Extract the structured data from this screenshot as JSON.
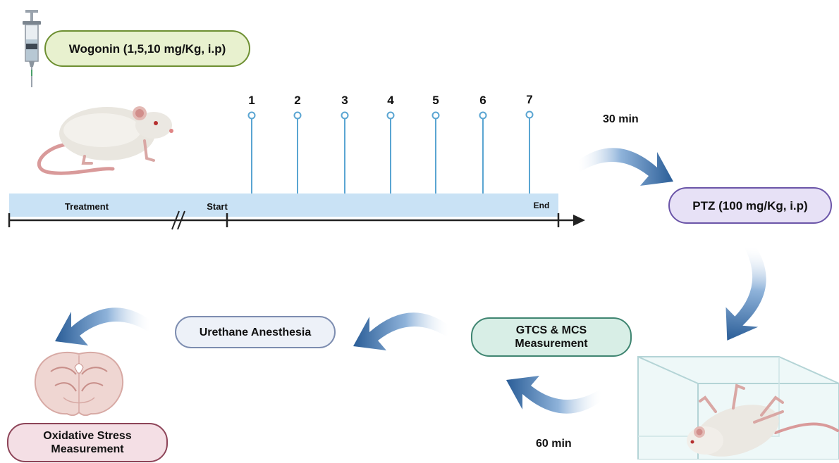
{
  "treatment_box": {
    "label": "Wogonin (1,5,10 mg/Kg, i.p)"
  },
  "timeline": {
    "segment_treatment": "Treatment",
    "segment_start": "Start",
    "segment_end": "End",
    "markers": [
      "1",
      "2",
      "3",
      "4",
      "5",
      "6",
      "7"
    ]
  },
  "interval_1": "30 min",
  "interval_2": "60 min",
  "induction_box": {
    "label": "PTZ (100 mg/Kg, i.p)"
  },
  "measurement_box": {
    "line1": "GTCS & MCS",
    "line2": "Measurement"
  },
  "anesthesia_box": {
    "label": "Urethane Anesthesia"
  },
  "stress_box": {
    "line1": "Oxidative Stress",
    "line2": "Measurement"
  },
  "colors": {
    "timeline_band": "#c9e2f5",
    "marker": "#5aa5d2",
    "arrow_dark": "#2a5d97",
    "arrow_light": "#ffffff",
    "pill_green": "#e8f1cf",
    "pill_purple": "#e7e1f6",
    "pill_blue": "#edf1f8",
    "pill_teal": "#d8eee6",
    "pill_pink": "#f4dfe5"
  },
  "icons": [
    "syringe-icon",
    "mouse-icon",
    "cage-icon",
    "brain-section-icon",
    "curved-arrow-icon"
  ]
}
